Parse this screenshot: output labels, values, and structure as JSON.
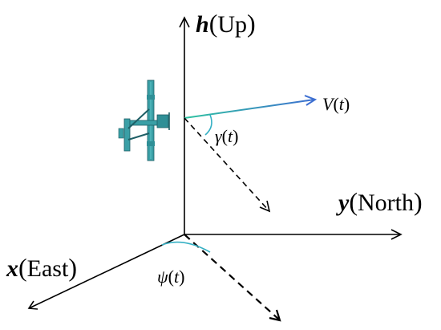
{
  "axes": {
    "h": {
      "var": "h",
      "label": "Up"
    },
    "y": {
      "var": "y",
      "label": "North"
    },
    "x": {
      "var": "x",
      "label": "East"
    }
  },
  "velocity": {
    "label": "V",
    "arg": "t"
  },
  "angles": {
    "gamma": {
      "symbol": "γ",
      "arg": "t"
    },
    "psi": {
      "symbol": "ψ",
      "arg": "t"
    }
  },
  "colors": {
    "axis": "#000000",
    "velocity_start": "#2fc3a0",
    "velocity_end": "#3d6fd1",
    "arc": "#35b0c4",
    "aircraft": "#3a9fa6",
    "aircraft_dark": "#1f5f66"
  },
  "icons": {
    "aircraft": "twin-boom-uav-icon"
  }
}
